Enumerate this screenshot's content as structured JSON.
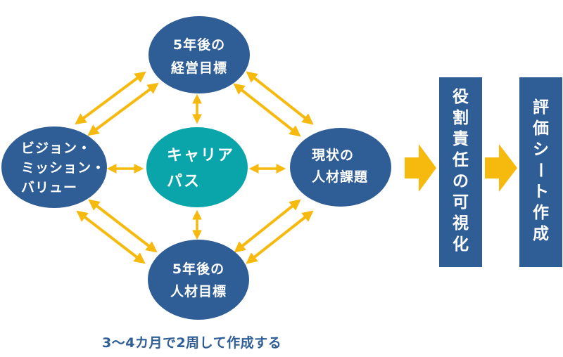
{
  "colors": {
    "node_blue": "#2f5d95",
    "center_teal": "#0aa5aa",
    "arrow_yellow": "#f6b90d",
    "text_white": "#ffffff",
    "caption_blue": "#2f5d95"
  },
  "nodes": {
    "top": {
      "lines": [
        "5年後の",
        "経営目標"
      ]
    },
    "left": {
      "lines": [
        "ビジョン・",
        "ミッション・",
        "バリュー"
      ]
    },
    "center": {
      "lines": [
        "キャリア",
        "パス"
      ]
    },
    "right": {
      "lines": [
        "現状の",
        "人材課題"
      ]
    },
    "bottom": {
      "lines": [
        "5年後の",
        "人材目標"
      ]
    }
  },
  "steps": [
    {
      "label": "役割責任の可視化",
      "chars": [
        "役",
        "割",
        "責",
        "任",
        "の",
        "可",
        "視",
        "化"
      ]
    },
    {
      "label": "評価シート作成",
      "chars": [
        "評",
        "価",
        "シ",
        "ー",
        "ト",
        "作",
        "成"
      ]
    }
  ],
  "caption": "3〜4カ月で2周して作成する",
  "icons": {
    "connector": "double-headed-arrow",
    "flow": "right-block-arrow"
  }
}
